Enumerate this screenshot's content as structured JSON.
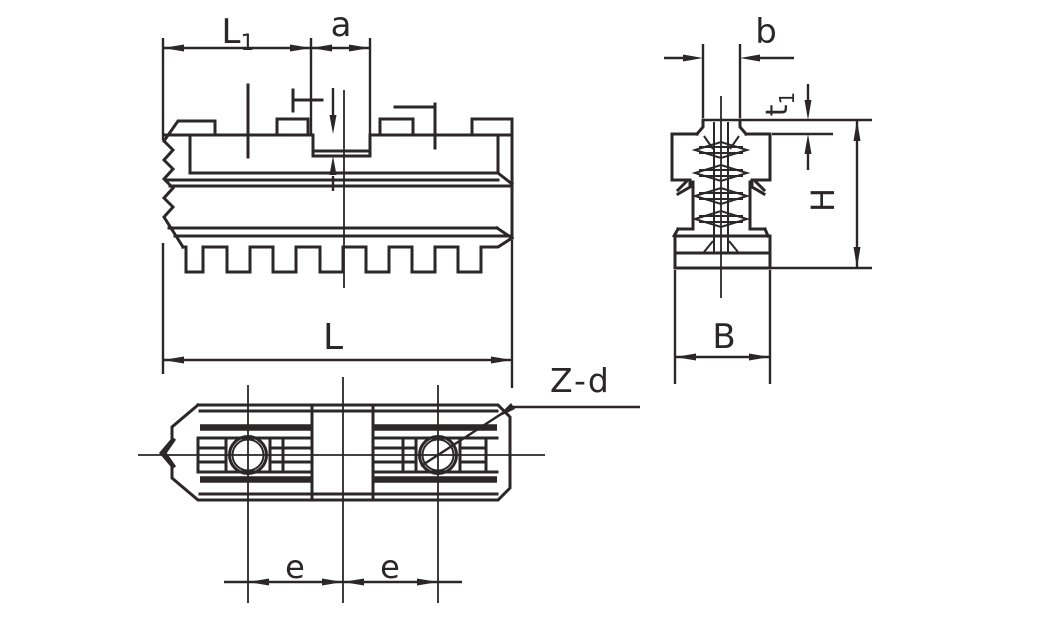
{
  "drawing": {
    "type": "technical-drawing",
    "background": "#ffffff",
    "line_color": "#2b2627",
    "views": {
      "front_view": {
        "dims": {
          "L1": {
            "text": "L",
            "sub": "1"
          },
          "a": {
            "text": "a"
          },
          "L": {
            "text": "L"
          }
        }
      },
      "side_view": {
        "dims": {
          "b": {
            "text": "b"
          },
          "t1": {
            "text": "t",
            "sub": "1"
          },
          "H": {
            "text": "H"
          },
          "B": {
            "text": "B"
          }
        }
      },
      "plan_view": {
        "dims": {
          "e_left": {
            "text": "e"
          },
          "e_right": {
            "text": "e"
          },
          "hole_callout": {
            "text": "Z-d"
          }
        }
      }
    }
  }
}
